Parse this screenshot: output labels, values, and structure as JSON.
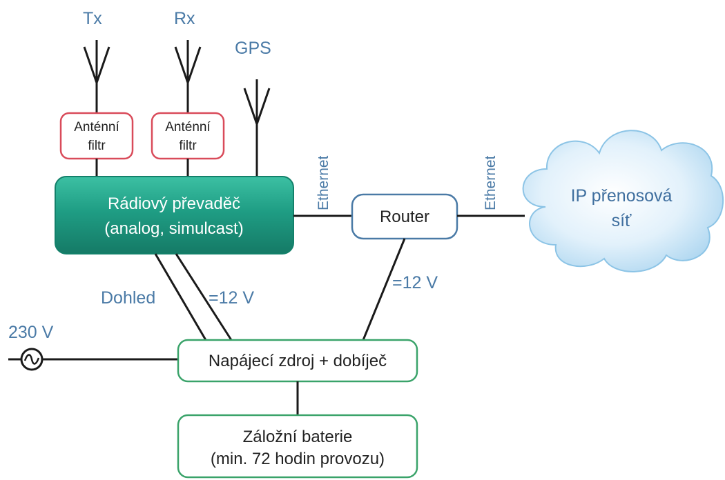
{
  "antennas": {
    "tx_label": "Tx",
    "rx_label": "Rx",
    "gps_label": "GPS"
  },
  "filters": {
    "filter1_line1": "Anténní",
    "filter1_line2": "filtr",
    "filter2_line1": "Anténní",
    "filter2_line2": "filtr"
  },
  "repeater": {
    "line1": "Rádiový převaděč",
    "line2": "(analog, simulcast)"
  },
  "router": {
    "label": "Router"
  },
  "cloud": {
    "line1": "IP přenosová",
    "line2": "síť"
  },
  "links": {
    "ethernet_left": "Ethernet",
    "ethernet_right": "Ethernet",
    "dohled": "Dohled",
    "dc_left": "=12 V",
    "dc_right": "=12 V",
    "mains": "230 V"
  },
  "power_supply": {
    "label": "Napájecí zdroj + dobíječ"
  },
  "battery": {
    "line1": "Záložní baterie",
    "line2": "(min. 72 hodin provozu)"
  },
  "colors": {
    "label_blue": "#4a7aa6",
    "filter_border": "#d94b5a",
    "repeater_fill": "#1f9d84",
    "router_border": "#4a7aa6",
    "green_border": "#3aa36a",
    "cloud_fill": "#c9e6f7"
  }
}
